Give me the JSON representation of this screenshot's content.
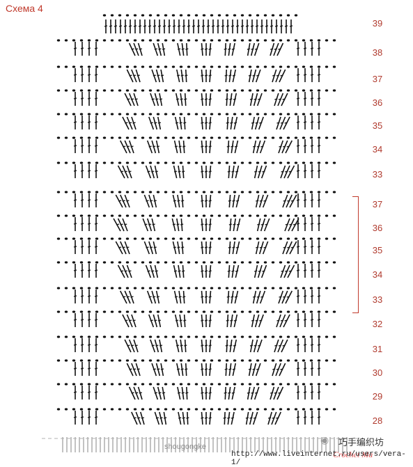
{
  "title": "Схема 4",
  "row_labels": [
    "39",
    "38",
    "37",
    "36",
    "35",
    "34",
    "33",
    "37",
    "36",
    "35",
    "34",
    "33",
    "32",
    "31",
    "30",
    "29",
    "28"
  ],
  "bracket_color": "#c0392b",
  "label_color": "#b03a2e",
  "stitch_color": "#111111",
  "watermark": {
    "site": "shougongke",
    "name": "巧手编织坊",
    "signature": "Crochet Ma",
    "url": "http://www.liveinternet.ru/users/vera-1/"
  }
}
